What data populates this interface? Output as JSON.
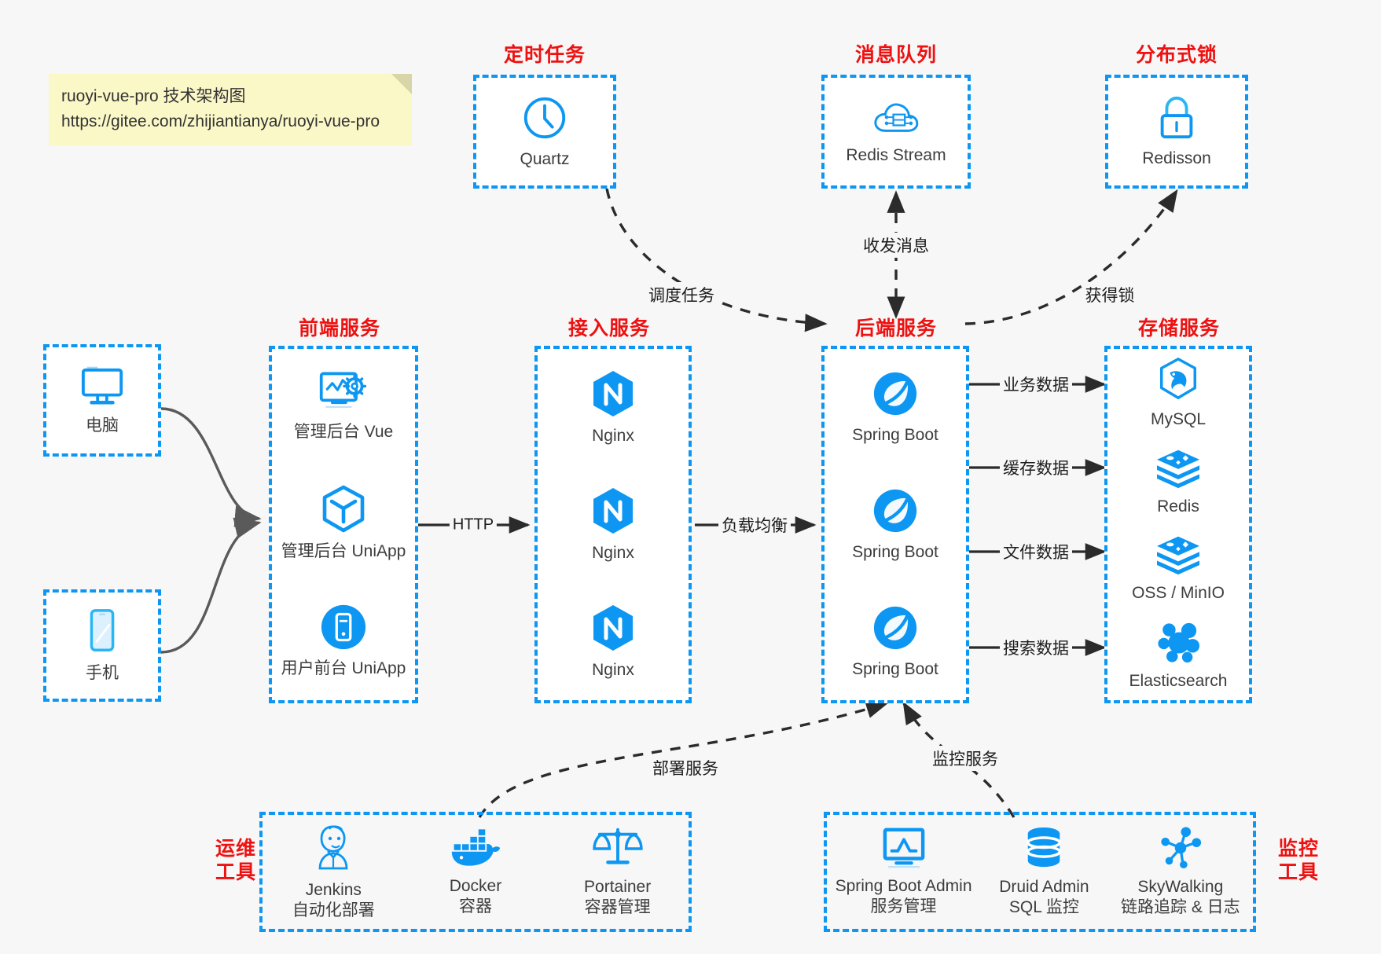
{
  "note": {
    "line1": "ruoyi-vue-pro 技术架构图",
    "line2": "https://gitee.com/zhijiantianya/ruoyi-vue-pro"
  },
  "colors": {
    "accent_blue": "#0d97f2",
    "heading_red": "#ee1111",
    "background": "#f7f7f7",
    "box_fill": "#ffffff",
    "wire_dark": "#2b2b2b",
    "wire_gray": "#5a5a5a",
    "note_yellow": "#fbf8c8"
  },
  "groups": {
    "scheduled_task": {
      "heading": "定时任务",
      "items": [
        {
          "label": "Quartz",
          "icon": "clock-icon"
        }
      ]
    },
    "message_queue": {
      "heading": "消息队列",
      "items": [
        {
          "label": "Redis Stream",
          "icon": "cloud-network-icon"
        }
      ]
    },
    "distributed_lock": {
      "heading": "分布式锁",
      "items": [
        {
          "label": "Redisson",
          "icon": "padlock-icon"
        }
      ]
    },
    "clients": {
      "desktop": {
        "label": "电脑",
        "icon": "desktop-monitor-icon"
      },
      "mobile": {
        "label": "手机",
        "icon": "smartphone-icon"
      }
    },
    "frontend": {
      "heading": "前端服务",
      "items": [
        {
          "label": "管理后台 Vue",
          "icon": "dashboard-gear-icon"
        },
        {
          "label": "管理后台 UniApp",
          "icon": "hexagon-cube-icon"
        },
        {
          "label": "用户前台 UniApp",
          "icon": "mobile-circle-icon"
        }
      ]
    },
    "gateway": {
      "heading": "接入服务",
      "items": [
        {
          "label": "Nginx",
          "icon": "nginx-icon"
        },
        {
          "label": "Nginx",
          "icon": "nginx-icon"
        },
        {
          "label": "Nginx",
          "icon": "nginx-icon"
        }
      ]
    },
    "backend": {
      "heading": "后端服务",
      "items": [
        {
          "label": "Spring Boot",
          "icon": "spring-leaf-icon"
        },
        {
          "label": "Spring Boot",
          "icon": "spring-leaf-icon"
        },
        {
          "label": "Spring Boot",
          "icon": "spring-leaf-icon"
        }
      ]
    },
    "storage": {
      "heading": "存储服务",
      "items": [
        {
          "label": "MySQL",
          "icon": "mysql-dolphin-icon"
        },
        {
          "label": "Redis",
          "icon": "redis-stack-icon"
        },
        {
          "label": "OSS / MinIO",
          "icon": "object-storage-stack-icon"
        },
        {
          "label": "Elasticsearch",
          "icon": "elasticsearch-cluster-icon"
        }
      ]
    },
    "devops": {
      "heading": "运维\n工具",
      "heading_lines": [
        "运维",
        "工具"
      ],
      "items": [
        {
          "label": "Jenkins",
          "sublabel": "自动化部署",
          "icon": "jenkins-butler-icon"
        },
        {
          "label": "Docker",
          "sublabel": "容器",
          "icon": "docker-whale-icon"
        },
        {
          "label": "Portainer",
          "sublabel": "容器管理",
          "icon": "scales-balance-icon"
        }
      ]
    },
    "monitoring": {
      "heading_lines": [
        "监控",
        "工具"
      ],
      "items": [
        {
          "label": "Spring Boot Admin",
          "sublabel": "服务管理",
          "icon": "monitor-chart-icon"
        },
        {
          "label": "Druid Admin",
          "sublabel": "SQL 监控",
          "icon": "database-cylinder-icon"
        },
        {
          "label": "SkyWalking",
          "sublabel": "链路追踪 & 日志",
          "icon": "node-network-icon"
        }
      ]
    }
  },
  "edges": [
    {
      "id": "http",
      "label": "HTTP",
      "from": "frontend",
      "to": "gateway",
      "style": "solid"
    },
    {
      "id": "load-balance",
      "label": "负载均衡",
      "from": "gateway",
      "to": "backend",
      "style": "solid"
    },
    {
      "id": "schedule-task",
      "label": "调度任务",
      "from": "scheduled_task",
      "to": "backend",
      "style": "dashed"
    },
    {
      "id": "send-receive-message",
      "label": "收发消息",
      "from": "backend",
      "to": "message_queue",
      "style": "dashed",
      "bidirectional": true
    },
    {
      "id": "acquire-lock",
      "label": "获得锁",
      "from": "backend",
      "to": "distributed_lock",
      "style": "dashed"
    },
    {
      "id": "business-data",
      "label": "业务数据",
      "from": "backend",
      "to": "MySQL",
      "style": "solid"
    },
    {
      "id": "cache-data",
      "label": "缓存数据",
      "from": "backend",
      "to": "Redis",
      "style": "solid"
    },
    {
      "id": "file-data",
      "label": "文件数据",
      "from": "backend",
      "to": "OSS / MinIO",
      "style": "solid"
    },
    {
      "id": "search-data",
      "label": "搜索数据",
      "from": "backend",
      "to": "Elasticsearch",
      "style": "solid"
    },
    {
      "id": "deploy-service",
      "label": "部署服务",
      "from": "devops",
      "to": "backend",
      "style": "dashed"
    },
    {
      "id": "monitor-service",
      "label": "监控服务",
      "from": "monitoring",
      "to": "backend",
      "style": "dashed"
    }
  ]
}
